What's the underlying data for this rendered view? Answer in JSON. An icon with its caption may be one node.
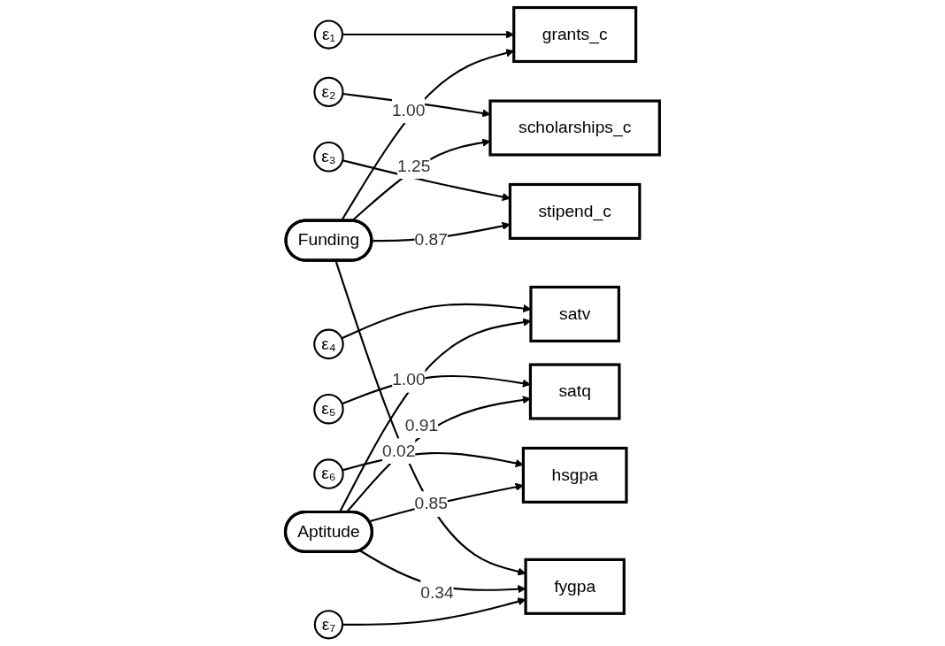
{
  "diagram": {
    "nodes": [
      {
        "text": [
          "ε₁"
        ]
      },
      {
        "text": [
          "grants_c"
        ]
      },
      {
        "text": [
          "ε₂"
        ]
      },
      {
        "text": [
          "scholarships_c"
        ]
      },
      {
        "text": [
          "ε₃"
        ]
      },
      {
        "text": [
          "stipend_c"
        ]
      },
      {
        "text": [
          "ε₄"
        ]
      },
      {
        "text": [
          "satv"
        ]
      },
      {
        "text": [
          "ε₅"
        ]
      },
      {
        "text": [
          "satq"
        ]
      },
      {
        "text": [
          "ε₆"
        ]
      },
      {
        "text": [
          "hsgpa"
        ]
      },
      {
        "text": [
          "Funding"
        ]
      },
      {
        "text": [
          "Aptitude"
        ]
      },
      {
        "text": [
          "fygpa"
        ]
      },
      {
        "text": [
          "ε₇"
        ]
      }
    ],
    "edges": [
      {
        "from": 0,
        "to": 1,
        "arrow": "to"
      },
      {
        "from": 2,
        "to": 3,
        "arrow": "to"
      },
      {
        "from": 4,
        "to": 5,
        "arrow": "to"
      },
      {
        "from": 6,
        "to": 7,
        "arrow": "to"
      },
      {
        "from": 8,
        "to": 9,
        "arrow": "to"
      },
      {
        "from": 10,
        "to": 11,
        "arrow": "to"
      },
      {
        "from": 12,
        "to": 1,
        "arrow": "to",
        "label": "1.00"
      },
      {
        "from": 12,
        "to": 3,
        "arrow": "to",
        "label": "1.25"
      },
      {
        "from": 12,
        "to": 5,
        "arrow": "to",
        "label": "0.87"
      },
      {
        "from": 13,
        "to": 7,
        "arrow": "to",
        "label": "1.00"
      },
      {
        "from": 13,
        "to": 9,
        "arrow": "to",
        "label": "0.91"
      },
      {
        "from": 13,
        "to": 11,
        "arrow": "to",
        "label": "0.85"
      },
      {
        "from": 12,
        "to": 14,
        "arrow": "to",
        "label": "0.02"
      },
      {
        "from": 13,
        "to": 14,
        "arrow": "to",
        "label": "0.34"
      },
      {
        "from": 15,
        "to": 14,
        "arrow": "to"
      }
    ]
  }
}
